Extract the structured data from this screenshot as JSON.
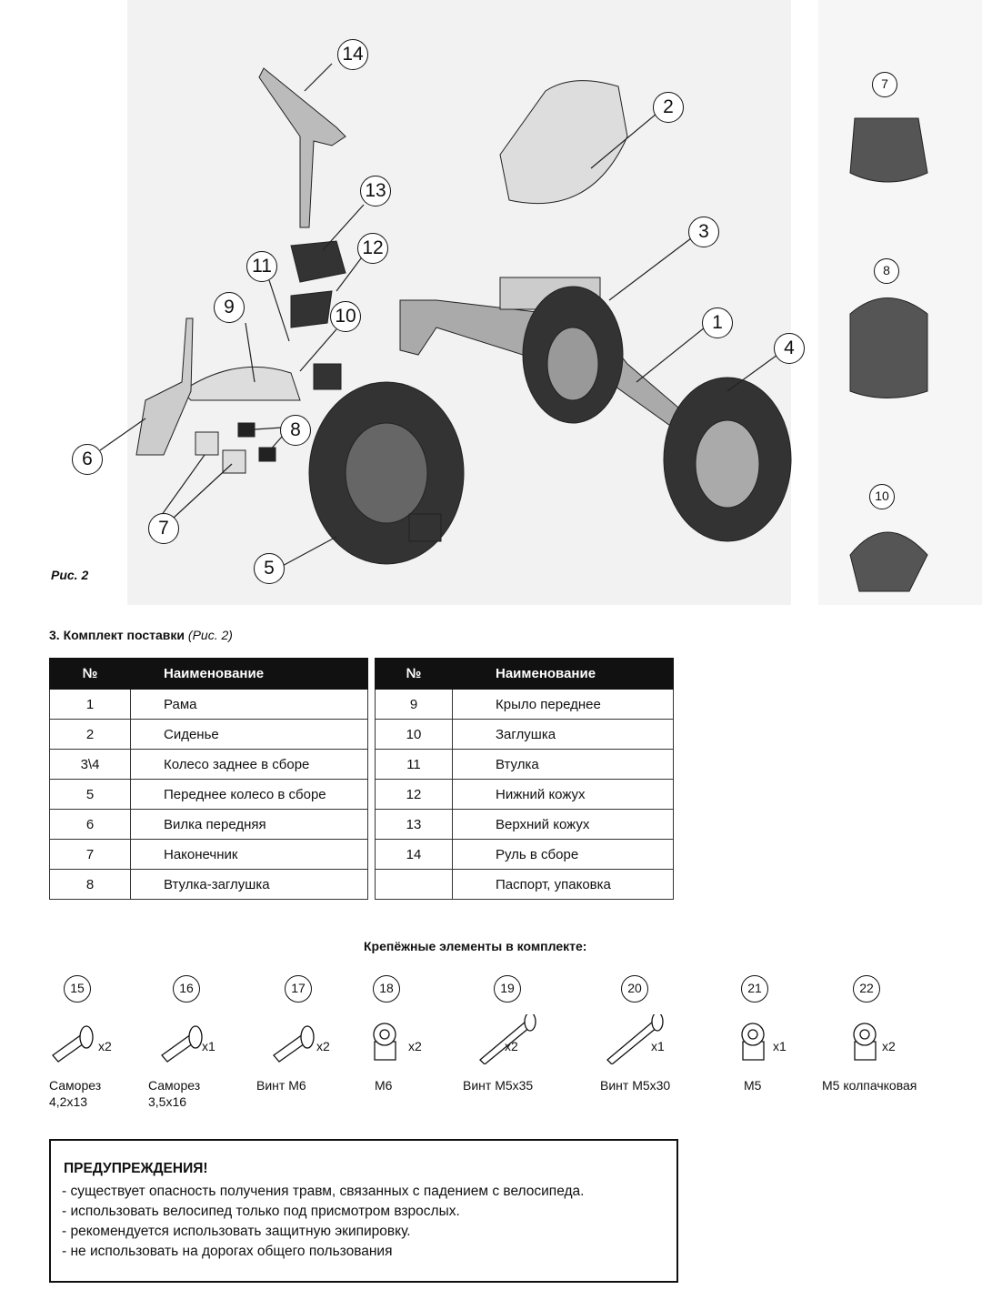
{
  "figure": {
    "caption": "Рис. 2",
    "callouts": [
      "1",
      "2",
      "3",
      "4",
      "5",
      "6",
      "7",
      "8",
      "9",
      "10",
      "11",
      "12",
      "13",
      "14"
    ],
    "detail_callouts": [
      "7",
      "8",
      "10"
    ]
  },
  "section": {
    "title": "3. Комплект поставки",
    "ref": "(Рис. 2)"
  },
  "table_headers": {
    "num": "№",
    "name": "Наименование"
  },
  "table_left": [
    {
      "n": "1",
      "name": "Рама"
    },
    {
      "n": "2",
      "name": "Сиденье"
    },
    {
      "n": "3\\4",
      "name": "Колесо заднее в сборе"
    },
    {
      "n": "5",
      "name": " Переднее колесо в сборе"
    },
    {
      "n": "6",
      "name": "Вилка передняя"
    },
    {
      "n": "7",
      "name": "Наконечник"
    },
    {
      "n": "8",
      "name": "Втулка-заглушка"
    }
  ],
  "table_right": [
    {
      "n": "9",
      "name": "Крыло переднее"
    },
    {
      "n": "10",
      "name": "Заглушка"
    },
    {
      "n": "11",
      "name": "Втулка"
    },
    {
      "n": "12",
      "name": "Нижний кожух"
    },
    {
      "n": "13",
      "name": "Верхний кожух"
    },
    {
      "n": "14",
      "name": "Руль в сборе"
    },
    {
      "n": "",
      "name": "Паспорт, упаковка"
    }
  ],
  "fasteners": {
    "title": "Крепёжные элементы в комплекте:",
    "items": [
      {
        "n": "15",
        "qty": "x2",
        "l1": "Саморез",
        "l2": "4,2x13"
      },
      {
        "n": "16",
        "qty": "x1",
        "l1": "Саморез",
        "l2": "3,5x16"
      },
      {
        "n": "17",
        "qty": "x2",
        "l1": "Винт М6",
        "l2": ""
      },
      {
        "n": "18",
        "qty": "x2",
        "l1": "М6",
        "l2": ""
      },
      {
        "n": "19",
        "qty": "x2",
        "l1": "Винт М5x35",
        "l2": ""
      },
      {
        "n": "20",
        "qty": "x1",
        "l1": "Винт М5x30",
        "l2": ""
      },
      {
        "n": "21",
        "qty": "x1",
        "l1": "М5",
        "l2": ""
      },
      {
        "n": "22",
        "qty": "x2",
        "l1": "М5 колпачковая",
        "l2": ""
      }
    ]
  },
  "warnings": {
    "title": "ПРЕДУПРЕЖДЕНИЯ!",
    "lines": [
      "- существует опасность получения травм, связанных с падением с велосипеда.",
      "- использовать велосипед только под присмотром взрослых.",
      "- рекомендуется использовать защитную экипировку.",
      "- не использовать на дорогах общего пользования"
    ]
  }
}
